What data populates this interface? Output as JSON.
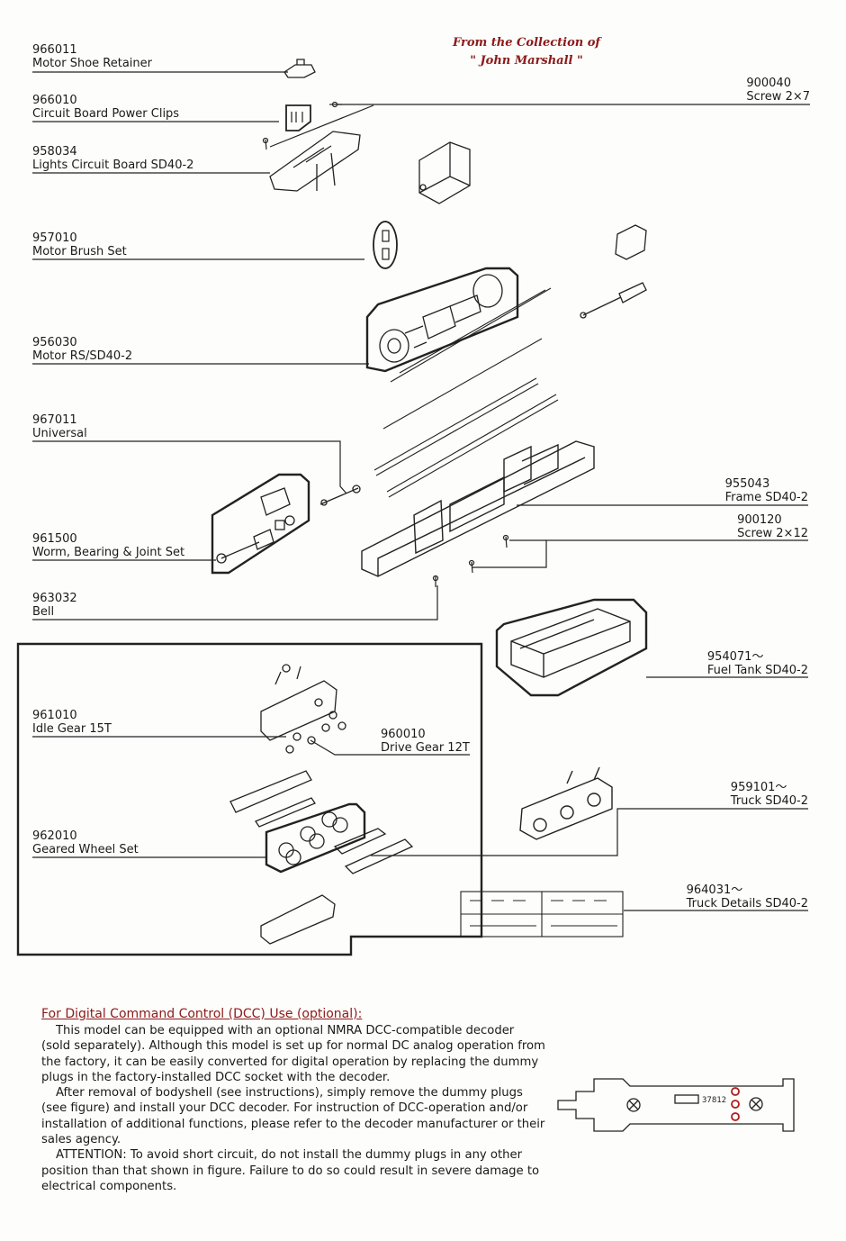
{
  "credit": {
    "line1": "From the Collection of",
    "line2": "\" John Marshall \""
  },
  "parts": [
    {
      "id": "966011",
      "name": "Motor Shoe Retainer"
    },
    {
      "id": "966010",
      "name": "Circuit Board Power Clips"
    },
    {
      "id": "958034",
      "name": "Lights Circuit Board SD40-2"
    },
    {
      "id": "957010",
      "name": "Motor Brush Set"
    },
    {
      "id": "956030",
      "name": "Motor RS/SD40-2"
    },
    {
      "id": "967011",
      "name": "Universal"
    },
    {
      "id": "961500",
      "name": "Worm, Bearing & Joint Set"
    },
    {
      "id": "963032",
      "name": "Bell"
    },
    {
      "id": "961010",
      "name": "Idle Gear 15T"
    },
    {
      "id": "960010",
      "name": "Drive Gear 12T"
    },
    {
      "id": "962010",
      "name": "Geared Wheel Set"
    },
    {
      "id": "900040",
      "name": "Screw 2×7"
    },
    {
      "id": "955043",
      "name": "Frame SD40-2"
    },
    {
      "id": "900120",
      "name": "Screw 2×12"
    },
    {
      "id": "954071～",
      "name": "Fuel Tank SD40-2"
    },
    {
      "id": "959101～",
      "name": "Truck SD40-2"
    },
    {
      "id": "964031～",
      "name": "Truck Details SD40-2"
    }
  ],
  "board": {
    "code": "37812"
  },
  "dcc": {
    "heading": "For Digital Command Control (DCC) Use (optional):",
    "paragraphs": [
      "This model can be equipped with an optional NMRA DCC-compatible decoder (sold separately). Although this model is set up for normal DC analog operation from the factory, it can be easily converted for digital operation by replacing the dummy plugs in the factory-installed DCC socket with the decoder.",
      "After removal of bodyshell (see instructions), simply remove the dummy plugs (see figure) and install your DCC decoder. For instruction of DCC-operation and/or installation of additional functions, please refer to the decoder manufacturer or their sales agency.",
      "ATTENTION: To avoid short circuit, do not install the dummy plugs in any other position than that shown in figure. Failure to do so could result in severe damage to electrical components."
    ]
  }
}
